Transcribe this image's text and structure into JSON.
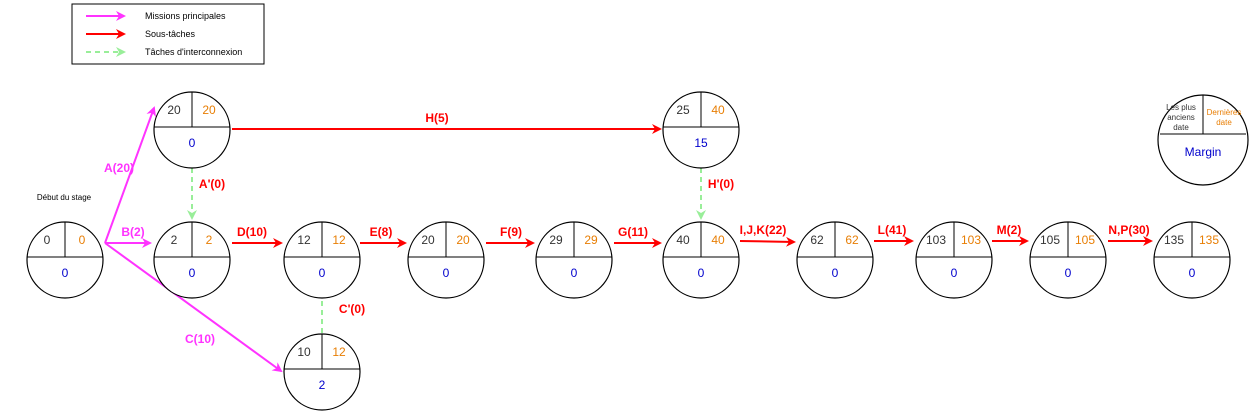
{
  "legend": {
    "items": [
      {
        "label": "Missions principales",
        "color": "#ff33ff",
        "style": "solid"
      },
      {
        "label": "Sous-tâches",
        "color": "#ff0000",
        "style": "solid"
      },
      {
        "label": "Tâches d'interconnexion",
        "color": "#99ee99",
        "style": "dashed"
      }
    ]
  },
  "colors": {
    "early": "#333333",
    "late": "#e87e04",
    "margin": "#0000cc",
    "main": "#ff33ff",
    "sub": "#ff0000",
    "link": "#99ee99"
  },
  "start_label": "Début du stage",
  "key_node": {
    "early": "Les plus anciens date",
    "late": "Dernières date",
    "margin": "Margin"
  },
  "nodes": [
    {
      "id": "start",
      "early": "0",
      "late": "0",
      "margin": "0"
    },
    {
      "id": "a",
      "early": "20",
      "late": "20",
      "margin": "0"
    },
    {
      "id": "b",
      "early": "2",
      "late": "2",
      "margin": "0"
    },
    {
      "id": "d",
      "early": "12",
      "late": "12",
      "margin": "0"
    },
    {
      "id": "c",
      "early": "10",
      "late": "12",
      "margin": "2"
    },
    {
      "id": "e",
      "early": "20",
      "late": "20",
      "margin": "0"
    },
    {
      "id": "f",
      "early": "29",
      "late": "29",
      "margin": "0"
    },
    {
      "id": "h",
      "early": "25",
      "late": "40",
      "margin": "15"
    },
    {
      "id": "g",
      "early": "40",
      "late": "40",
      "margin": "0"
    },
    {
      "id": "ijk",
      "early": "62",
      "late": "62",
      "margin": "0"
    },
    {
      "id": "l",
      "early": "103",
      "late": "103",
      "margin": "0"
    },
    {
      "id": "m",
      "early": "105",
      "late": "105",
      "margin": "0"
    },
    {
      "id": "np",
      "early": "135",
      "late": "135",
      "margin": "0"
    }
  ],
  "edges": [
    {
      "from": "start",
      "to": "a",
      "label": "A(20)",
      "type": "main"
    },
    {
      "from": "start",
      "to": "b",
      "label": "B(2)",
      "type": "main"
    },
    {
      "from": "start",
      "to": "c",
      "label": "C(10)",
      "type": "main"
    },
    {
      "from": "a",
      "to": "h",
      "label": "H(5)",
      "type": "sub"
    },
    {
      "from": "a",
      "to": "b",
      "label": "A'(0)",
      "type": "link"
    },
    {
      "from": "b",
      "to": "d",
      "label": "D(10)",
      "type": "sub"
    },
    {
      "from": "c",
      "to": "d",
      "label": "C'(0)",
      "type": "link"
    },
    {
      "from": "d",
      "to": "e",
      "label": "E(8)",
      "type": "sub"
    },
    {
      "from": "e",
      "to": "f",
      "label": "F(9)",
      "type": "sub"
    },
    {
      "from": "f",
      "to": "g",
      "label": "G(11)",
      "type": "sub"
    },
    {
      "from": "h",
      "to": "g",
      "label": "H'(0)",
      "type": "link"
    },
    {
      "from": "g",
      "to": "ijk",
      "label": "I,J,K(22)",
      "type": "sub"
    },
    {
      "from": "ijk",
      "to": "l",
      "label": "L(41)",
      "type": "sub"
    },
    {
      "from": "l",
      "to": "m",
      "label": "M(2)",
      "type": "sub"
    },
    {
      "from": "m",
      "to": "np",
      "label": "N,P(30)",
      "type": "sub"
    }
  ]
}
